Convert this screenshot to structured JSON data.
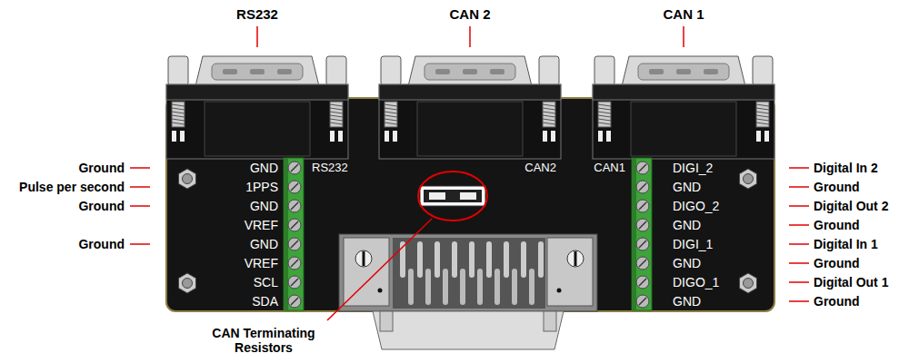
{
  "diagram": {
    "labels": [
      "RS232",
      "CAN 2",
      "CAN 1",
      "Ground",
      "Pulse per second",
      "Ground",
      "Ground",
      "GND",
      "1PPS",
      "GND",
      "VREF",
      "GND",
      "VREF",
      "SCL",
      "SDA",
      "RS232",
      "CAN2",
      "CAN1",
      "DIGI_2",
      "GND",
      "DIGO_2",
      "GND",
      "DIGI_1",
      "GND",
      "DIGO_1",
      "GND",
      "Digital In 2",
      "Ground",
      "Digital Out 2",
      "Ground",
      "Digital In 1",
      "Ground",
      "Digital Out 1",
      "Ground",
      "CAN Terminating Resistors"
    ]
  }
}
